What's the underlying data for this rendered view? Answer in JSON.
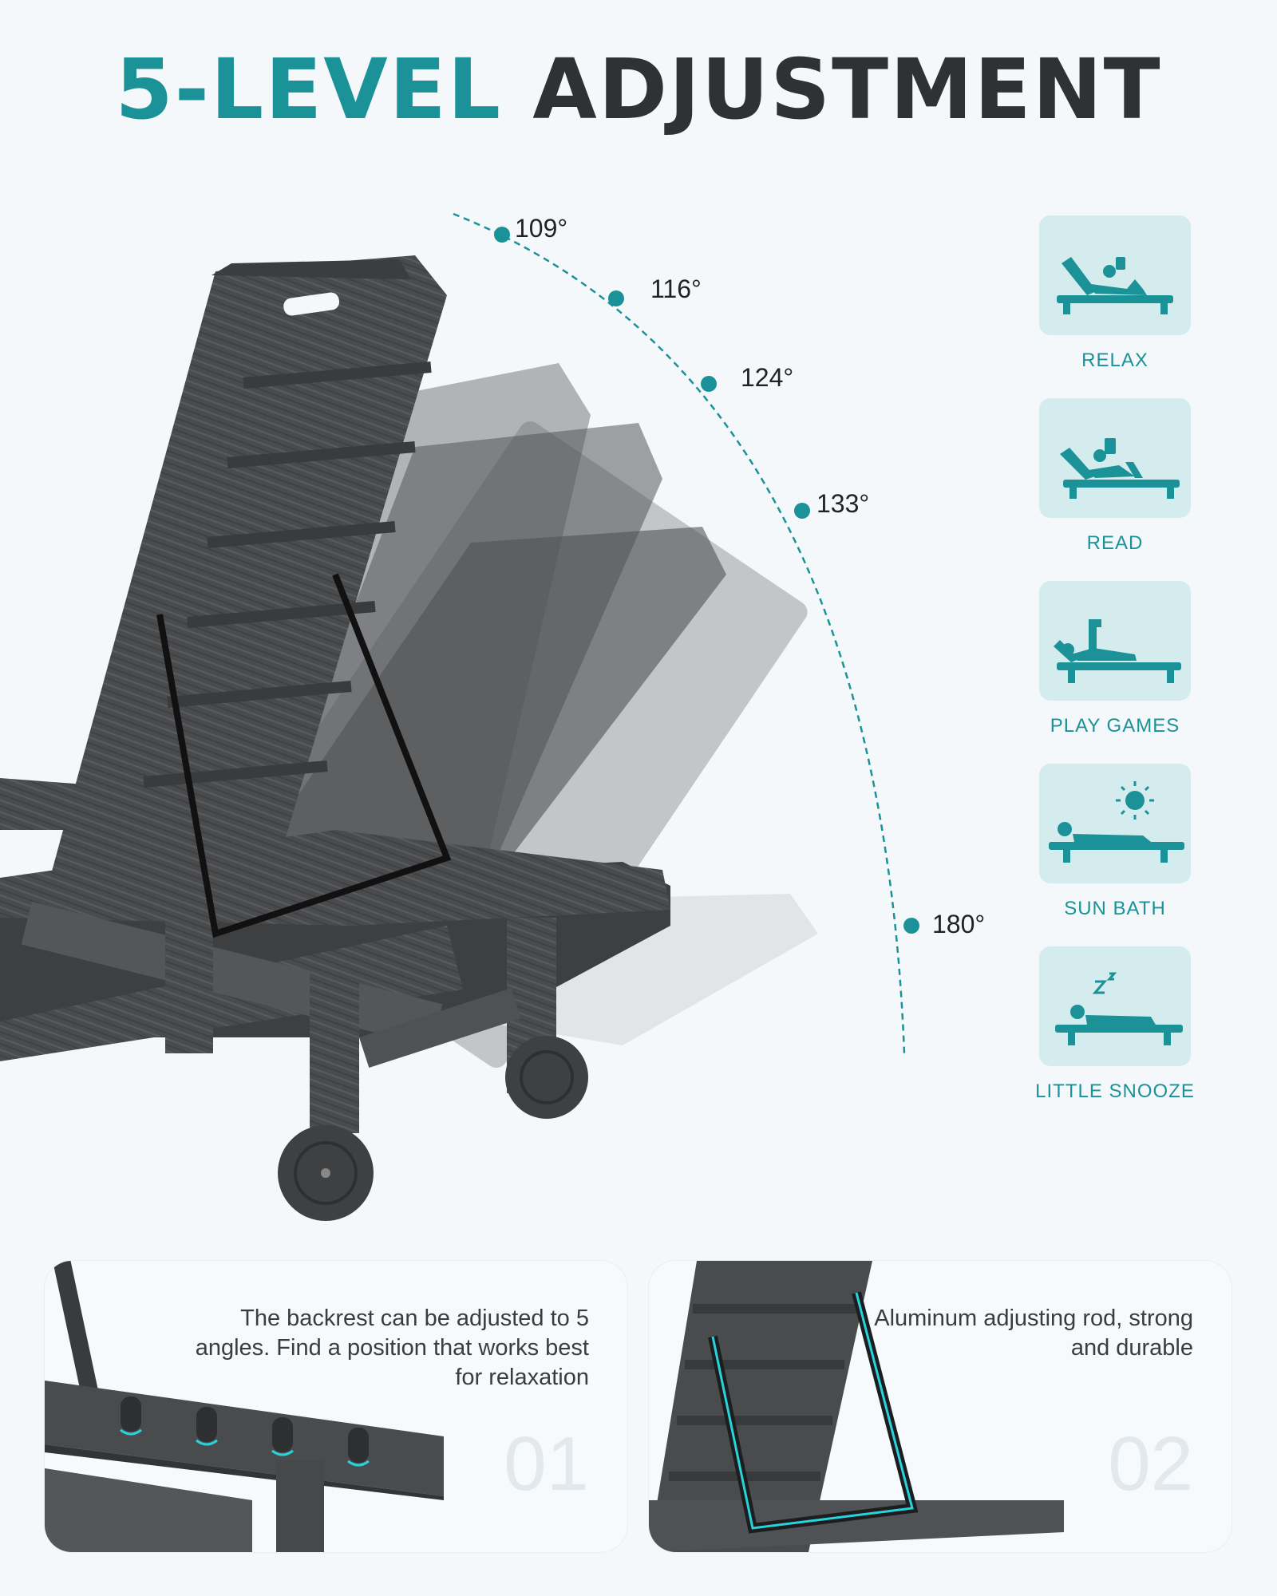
{
  "title": {
    "accent_part": "5-LEVEL",
    "rest": "ADJUSTMENT"
  },
  "colors": {
    "accent": "#1b9297",
    "tile_bg": "#d4ecee",
    "chair": "#4a4b4d"
  },
  "angles": [
    "109°",
    "116°",
    "124°",
    "133°",
    "180°"
  ],
  "modes": [
    {
      "label": "RELAX",
      "icon": "relax-icon"
    },
    {
      "label": "READ",
      "icon": "read-icon"
    },
    {
      "label": "PLAY GAMES",
      "icon": "play-games-icon"
    },
    {
      "label": "SUN BATH",
      "icon": "sun-bath-icon"
    },
    {
      "label": "LITTLE SNOOZE",
      "icon": "little-snooze-icon"
    }
  ],
  "features": [
    {
      "text": "The backrest can be adjusted to 5 angles. Find a position that works best for relaxation",
      "number": "01"
    },
    {
      "text": "Aluminum adjusting rod, strong and durable",
      "number": "02"
    }
  ]
}
